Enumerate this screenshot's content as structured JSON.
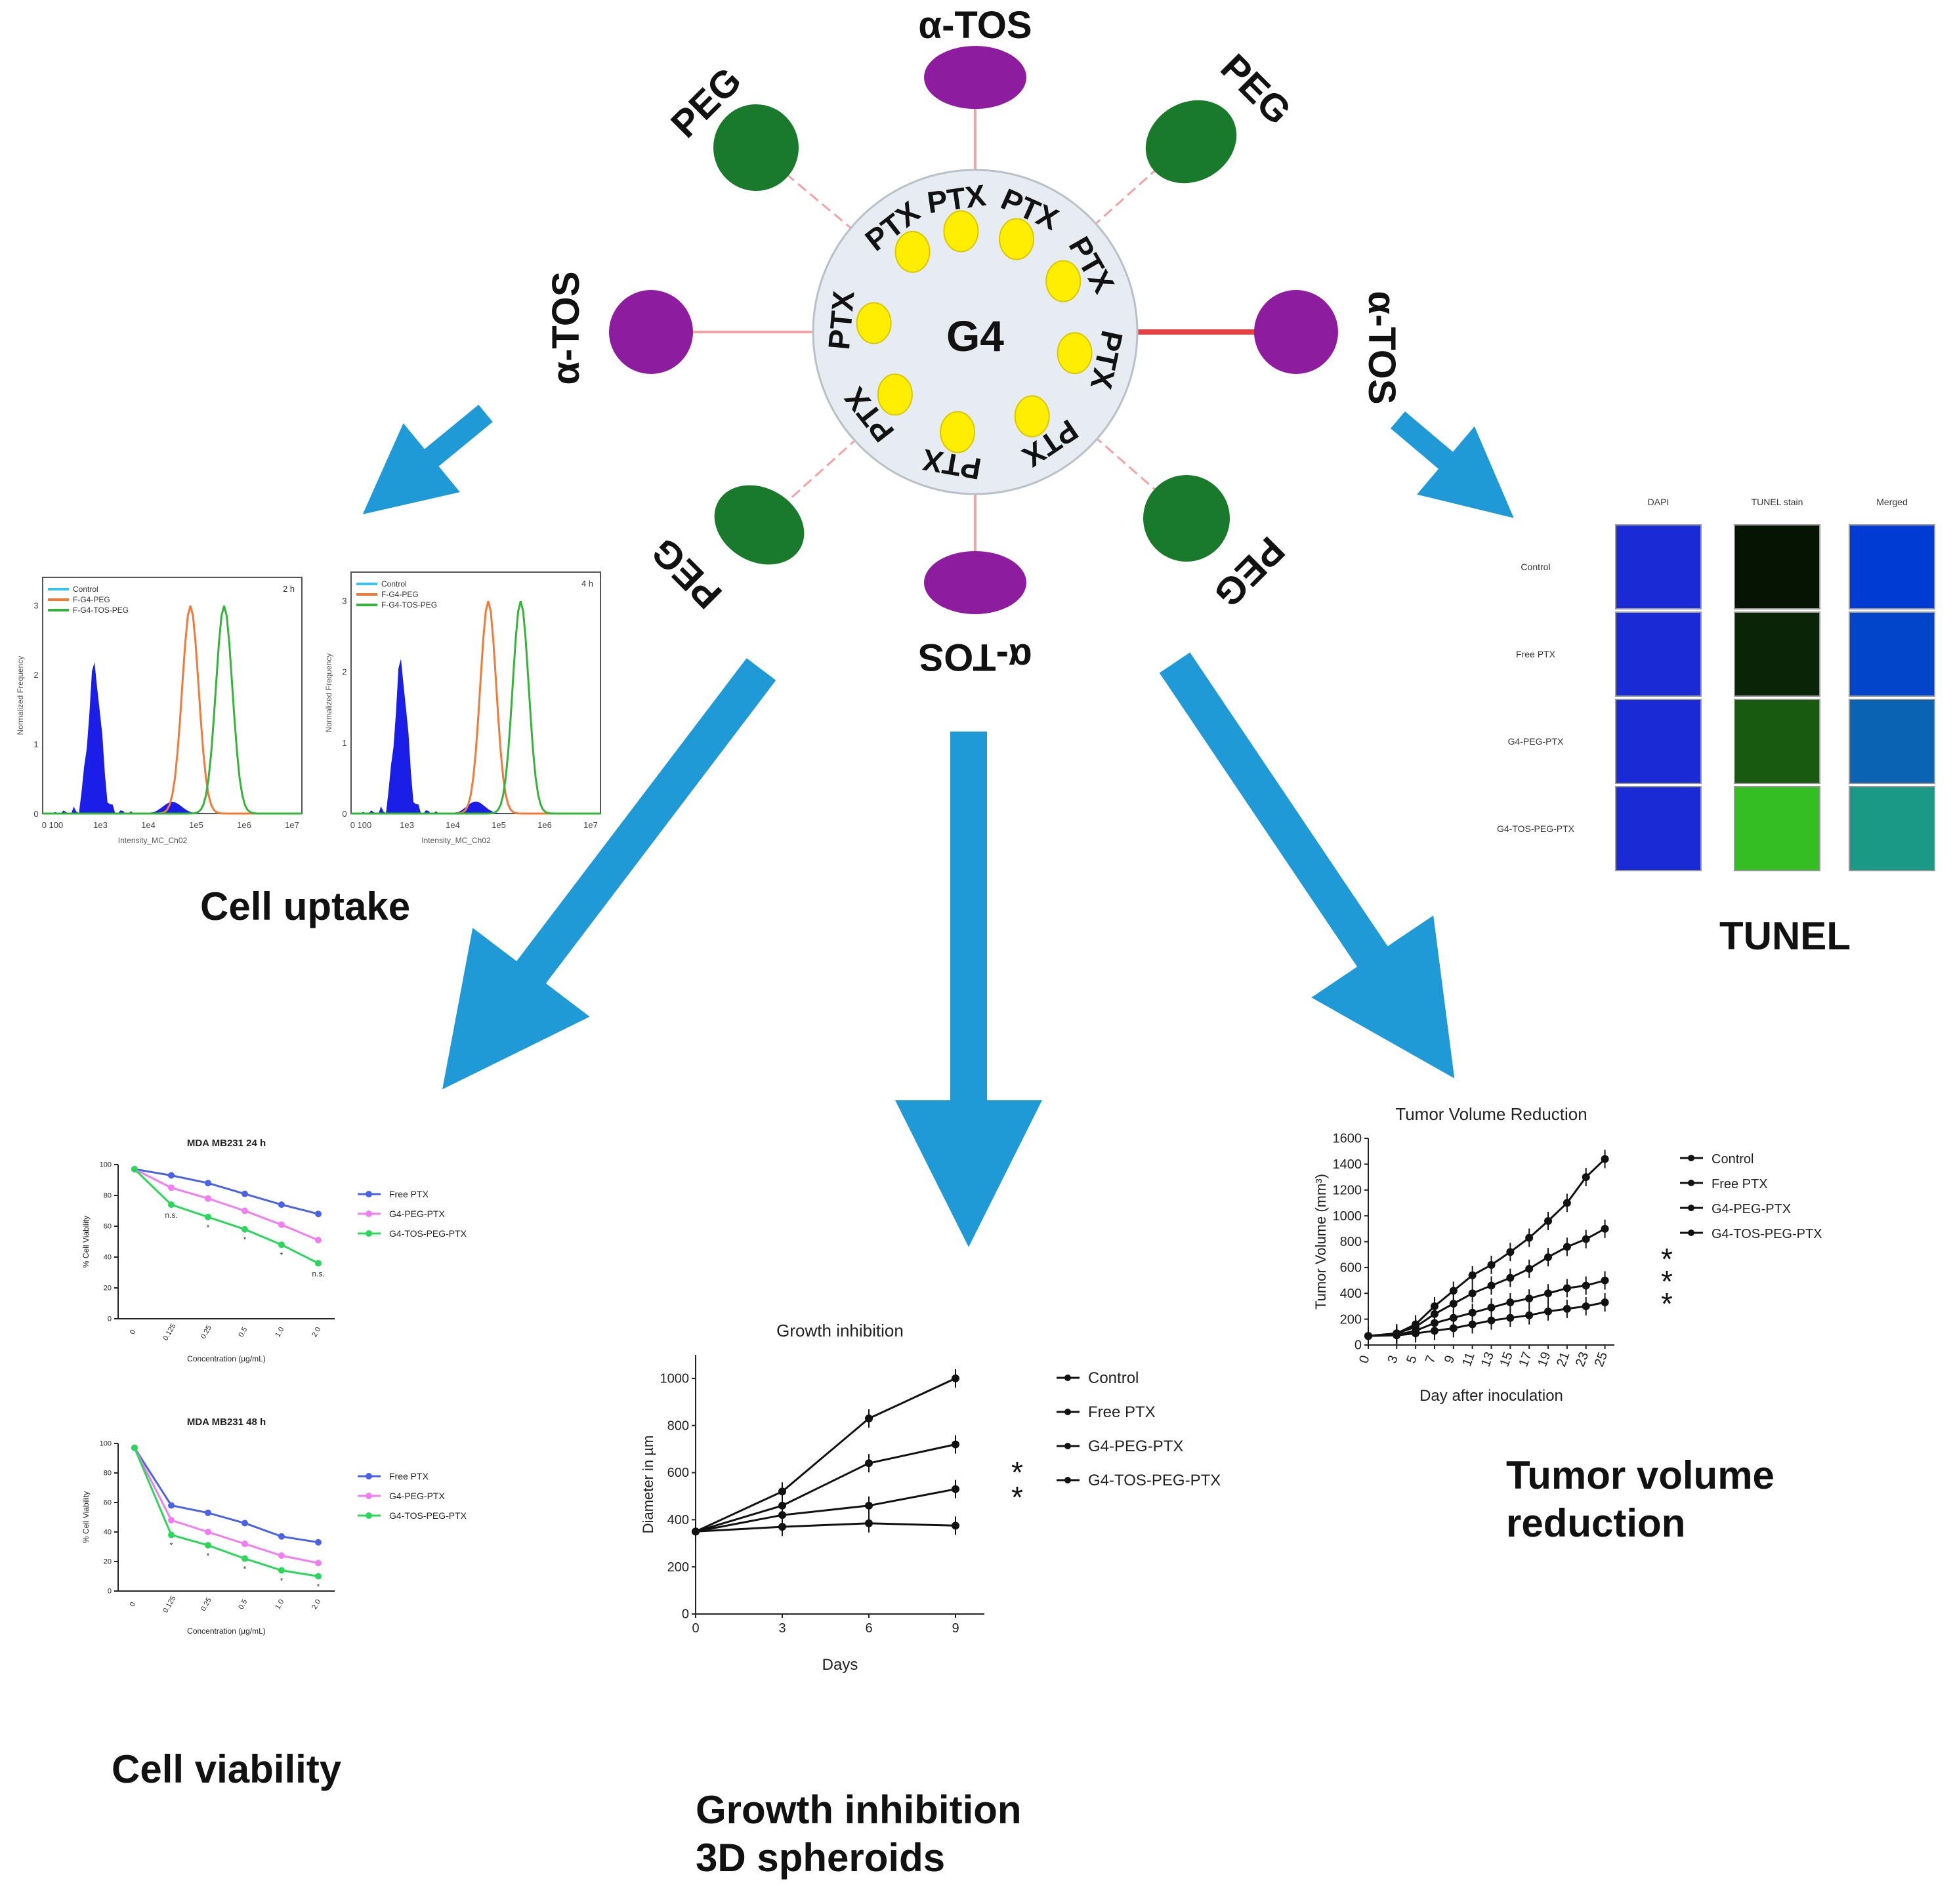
{
  "dendrimer": {
    "core_label": "G4",
    "drug_label": "PTX",
    "tos_label": "α-TOS",
    "peg_label": "PEG"
  },
  "colors": {
    "arrow": "#1f9ad6",
    "tos": "#8e1c9e",
    "peg": "#187a2a",
    "drug": "#ffee00",
    "core_fill": "#e6ecf1",
    "link": "#f3a3a3",
    "link_strong": "#e84040",
    "dapi": "#1a2bd6",
    "tunel_stain": "#3bb53b"
  },
  "panels": {
    "cell_uptake": {
      "heading": "Cell uptake",
      "plots": [
        {
          "time": "2 h",
          "legend": [
            "Control",
            "F-G4-PEG",
            "F-G4-TOS-PEG"
          ],
          "ylabel": "Normalized Frequency",
          "xlabel": "Intensity_MC_Ch02",
          "xticks": [
            "0 100",
            "1e3",
            "1e4",
            "1e5",
            "1e6",
            "1e7"
          ],
          "yticks": [
            "0",
            "1",
            "2",
            "3"
          ]
        },
        {
          "time": "4 h",
          "legend": [
            "Control",
            "F-G4-PEG",
            "F-G4-TOS-PEG"
          ],
          "ylabel": "Normalized Frequency",
          "xlabel": "Intensity_MC_Ch02",
          "xticks": [
            "0 100",
            "1e3",
            "1e4",
            "1e5",
            "1e6",
            "1e7"
          ],
          "yticks": [
            "0",
            "1",
            "2",
            "3"
          ]
        }
      ]
    },
    "tunel": {
      "heading": "TUNEL",
      "columns": [
        "DAPI",
        "TUNEL stain",
        "Merged"
      ],
      "rows": [
        "Control",
        "Free PTX",
        "G4-PEG-PTX",
        "G4-TOS-PEG-PTX"
      ],
      "stain_intensity": [
        0.0,
        0.08,
        0.35,
        0.85
      ]
    },
    "cell_viability": {
      "heading": "Cell viability",
      "plots": [
        {
          "title": "MDA MB231 24 h",
          "ylabel": "% Cell Viability",
          "xlabel": "Concentration (µg/mL)"
        },
        {
          "title": "MDA MB231 48 h",
          "ylabel": "% Cell Viability",
          "xlabel": "Concentration (µg/mL)"
        }
      ]
    },
    "growth": {
      "heading": "Growth inhibition\n3D spheroids"
    },
    "tumor": {
      "heading": "Tumor volume\nreduction"
    }
  },
  "chart_data": [
    {
      "type": "line",
      "title": "MDA MB231 24 h",
      "xlabel": "Concentration (µg/mL)",
      "ylabel": "% Cell Viability",
      "categories": [
        "0",
        "0.125",
        "0.25",
        "0.5",
        "1.0",
        "2.0"
      ],
      "ylim": [
        0,
        100
      ],
      "yticks": [
        0,
        20,
        40,
        60,
        80,
        100
      ],
      "annotations": [
        "n.s.",
        "*",
        "*",
        "*",
        "n.s."
      ],
      "series": [
        {
          "name": "Free PTX",
          "color": "#4a63e6",
          "values": [
            97,
            93,
            88,
            81,
            74,
            68
          ]
        },
        {
          "name": "G4-PEG-PTX",
          "color": "#f07ef0",
          "values": [
            97,
            85,
            78,
            70,
            61,
            51
          ]
        },
        {
          "name": "G4-TOS-PEG-PTX",
          "color": "#2bd65a",
          "values": [
            97,
            74,
            66,
            58,
            48,
            36
          ]
        }
      ]
    },
    {
      "type": "line",
      "title": "MDA MB231 48 h",
      "xlabel": "Concentration (µg/mL)",
      "ylabel": "% Cell Viability",
      "categories": [
        "0",
        "0.125",
        "0.25",
        "0.5",
        "1.0",
        "2.0"
      ],
      "ylim": [
        0,
        100
      ],
      "yticks": [
        0,
        20,
        40,
        60,
        80,
        100
      ],
      "annotations": [
        "*",
        "*",
        "*",
        "*",
        "*"
      ],
      "series": [
        {
          "name": "Free PTX",
          "color": "#4a63e6",
          "values": [
            97,
            58,
            53,
            46,
            37,
            33
          ]
        },
        {
          "name": "G4-PEG-PTX",
          "color": "#f07ef0",
          "values": [
            97,
            48,
            40,
            32,
            24,
            19
          ]
        },
        {
          "name": "G4-TOS-PEG-PTX",
          "color": "#2bd65a",
          "values": [
            97,
            38,
            31,
            22,
            14,
            10
          ]
        }
      ]
    },
    {
      "type": "line",
      "title": "Growth inhibition",
      "xlabel": "Days",
      "ylabel": "Diameter in µm",
      "x": [
        0,
        3,
        6,
        9
      ],
      "xlim": [
        0,
        10
      ],
      "ylim": [
        0,
        1100
      ],
      "yticks": [
        0,
        200,
        400,
        600,
        800,
        1000
      ],
      "series": [
        {
          "name": "Control",
          "values": [
            350,
            520,
            830,
            1000
          ]
        },
        {
          "name": "Free PTX",
          "values": [
            350,
            460,
            640,
            720
          ]
        },
        {
          "name": "G4-PEG-PTX",
          "values": [
            350,
            420,
            460,
            530
          ]
        },
        {
          "name": "G4-TOS-PEG-PTX",
          "values": [
            350,
            370,
            385,
            375
          ]
        }
      ],
      "significance": [
        "*",
        "*"
      ]
    },
    {
      "type": "line",
      "title": "Tumor Volume Reduction",
      "xlabel": "Day after inoculation",
      "ylabel": "Tumor Volume (mm³)",
      "x": [
        0,
        3,
        5,
        7,
        9,
        11,
        13,
        15,
        17,
        19,
        21,
        23,
        25
      ],
      "xlim": [
        0,
        26
      ],
      "ylim": [
        0,
        1600
      ],
      "yticks": [
        0,
        200,
        400,
        600,
        800,
        1000,
        1200,
        1400,
        1600
      ],
      "series": [
        {
          "name": "Control",
          "values": [
            70,
            90,
            160,
            300,
            420,
            540,
            620,
            720,
            830,
            960,
            1100,
            1300,
            1440
          ]
        },
        {
          "name": "Free PTX",
          "values": [
            70,
            90,
            140,
            240,
            320,
            400,
            460,
            520,
            590,
            680,
            760,
            820,
            900
          ]
        },
        {
          "name": "G4-PEG-PTX",
          "values": [
            70,
            80,
            110,
            170,
            210,
            250,
            290,
            330,
            360,
            400,
            440,
            460,
            500
          ]
        },
        {
          "name": "G4-TOS-PEG-PTX",
          "values": [
            70,
            75,
            90,
            110,
            130,
            160,
            190,
            210,
            230,
            260,
            280,
            300,
            330
          ]
        }
      ],
      "significance": [
        "*",
        "*",
        "*"
      ]
    }
  ]
}
